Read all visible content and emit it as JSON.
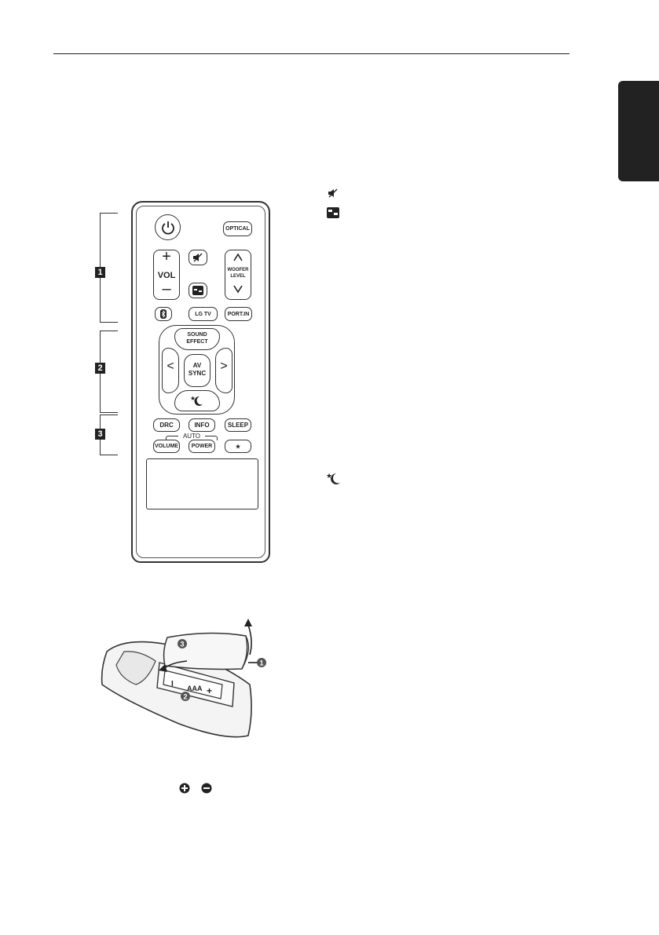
{
  "remote": {
    "buttons": {
      "optical": "OPTICAL",
      "vol": "VOL",
      "vol_plus": "+",
      "vol_minus": "–",
      "woofer": "WOOFER",
      "level": "LEVEL",
      "lg_tv": "LG TV",
      "port_in": "PORT.IN",
      "sound": "SOUND",
      "effect": "EFFECT",
      "av": "AV",
      "sync": "SYNC",
      "left": "<",
      "right": ">",
      "drc": "DRC",
      "info": "INFO",
      "sleep": "SLEEP",
      "auto": "AUTO",
      "volume": "VOLUME",
      "power": "POWER",
      "star": "★"
    },
    "section_numbers": [
      "1",
      "2",
      "3"
    ]
  },
  "battery": {
    "label": "AAA",
    "plus": "+",
    "minus": "I",
    "callouts": [
      "1",
      "2",
      "3"
    ]
  }
}
